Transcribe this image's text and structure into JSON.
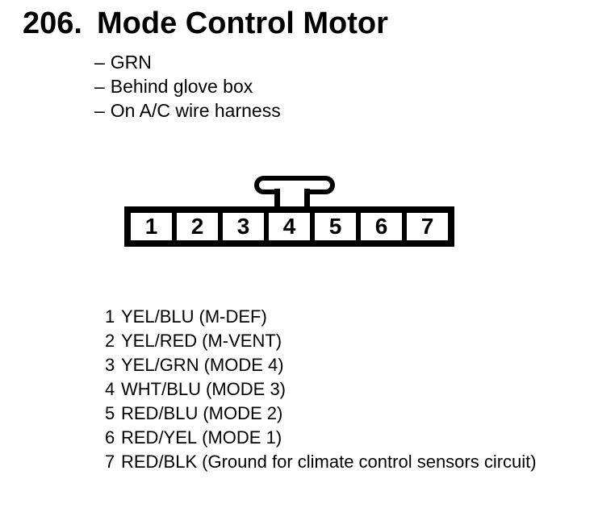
{
  "figure": {
    "number": "206.",
    "title": "Mode Control Motor",
    "bullet": "–",
    "notes": [
      "GRN",
      "Behind glove box",
      "On A/C wire harness"
    ],
    "connector": {
      "cavities": [
        "1",
        "2",
        "3",
        "4",
        "5",
        "6",
        "7"
      ]
    },
    "pins": [
      {
        "num": "1",
        "wire": "YEL/BLU",
        "signal": "(M-DEF)"
      },
      {
        "num": "2",
        "wire": "YEL/RED",
        "signal": "(M-VENT)"
      },
      {
        "num": "3",
        "wire": "YEL/GRN",
        "signal": "(MODE 4)"
      },
      {
        "num": "4",
        "wire": "WHT/BLU",
        "signal": "(MODE 3)"
      },
      {
        "num": "5",
        "wire": "RED/BLU",
        "signal": "(MODE 2)"
      },
      {
        "num": "6",
        "wire": "RED/YEL",
        "signal": "(MODE 1)"
      },
      {
        "num": "7",
        "wire": "RED/BLK",
        "signal": "(Ground for climate control sensors circuit)"
      }
    ],
    "colors": {
      "ink": "#000000",
      "paper": "#ffffff"
    }
  }
}
